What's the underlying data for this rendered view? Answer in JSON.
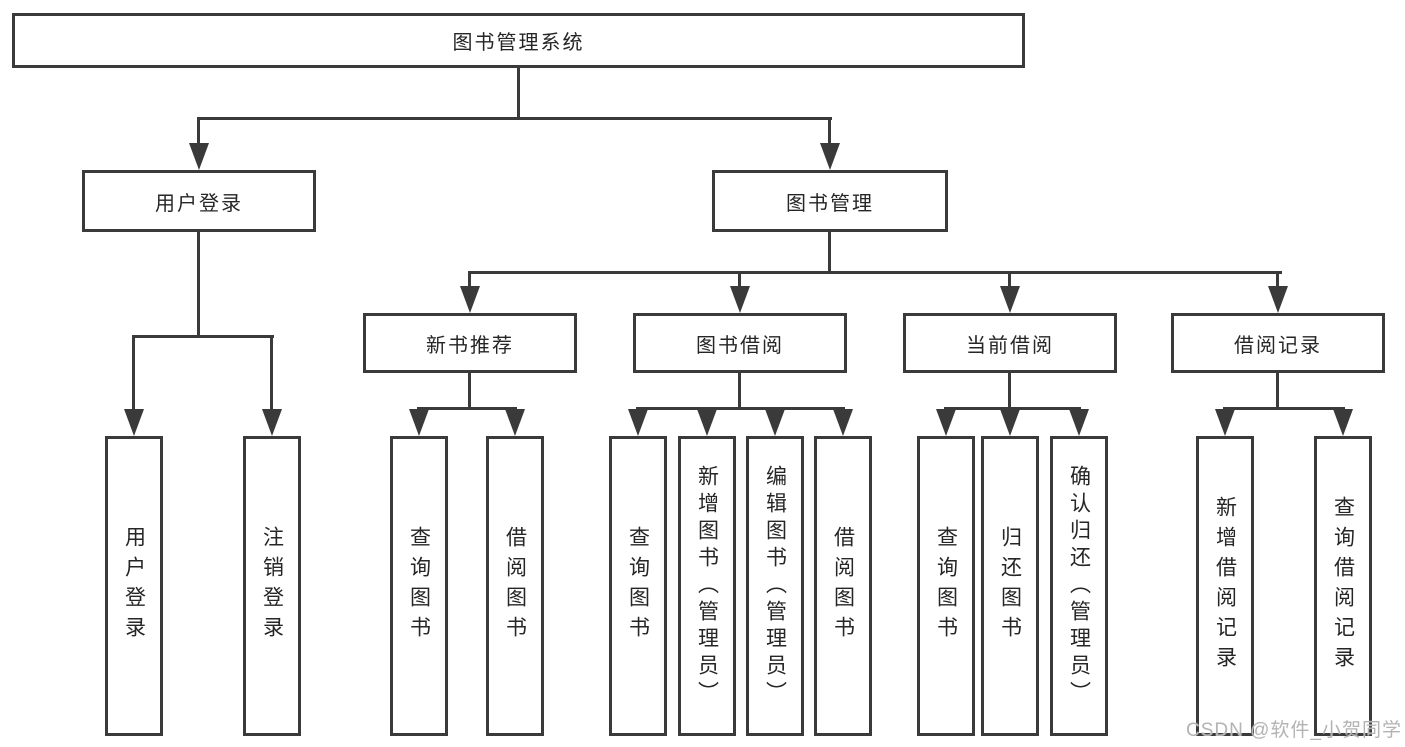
{
  "diagram": {
    "title": "图书管理系统",
    "root": "图书管理系统",
    "level2": {
      "user_login": "用户登录",
      "book_mgmt": "图书管理"
    },
    "level3": {
      "new_book": "新书推荐",
      "book_borrow": "图书借阅",
      "current_borrow": "当前借阅",
      "borrow_record": "借阅记录"
    },
    "leaves": {
      "user_login": [
        "用户登录",
        "注销登录"
      ],
      "new_book": [
        "查询图书",
        "借阅图书"
      ],
      "book_borrow": [
        "查询图书",
        "新增图书（管理员）",
        "编辑图书（管理员）",
        "借阅图书"
      ],
      "current_borrow": [
        "查询图书",
        "归还图书",
        "确认归还（管理员）"
      ],
      "borrow_record": [
        "新增借阅记录",
        "查询借阅记录"
      ]
    },
    "watermark": "CSDN @软件_小贺同学",
    "colors": {
      "line": "#3a3a3a",
      "text": "#262626",
      "watermark": "#b3b3b3",
      "background": "#ffffff"
    }
  }
}
